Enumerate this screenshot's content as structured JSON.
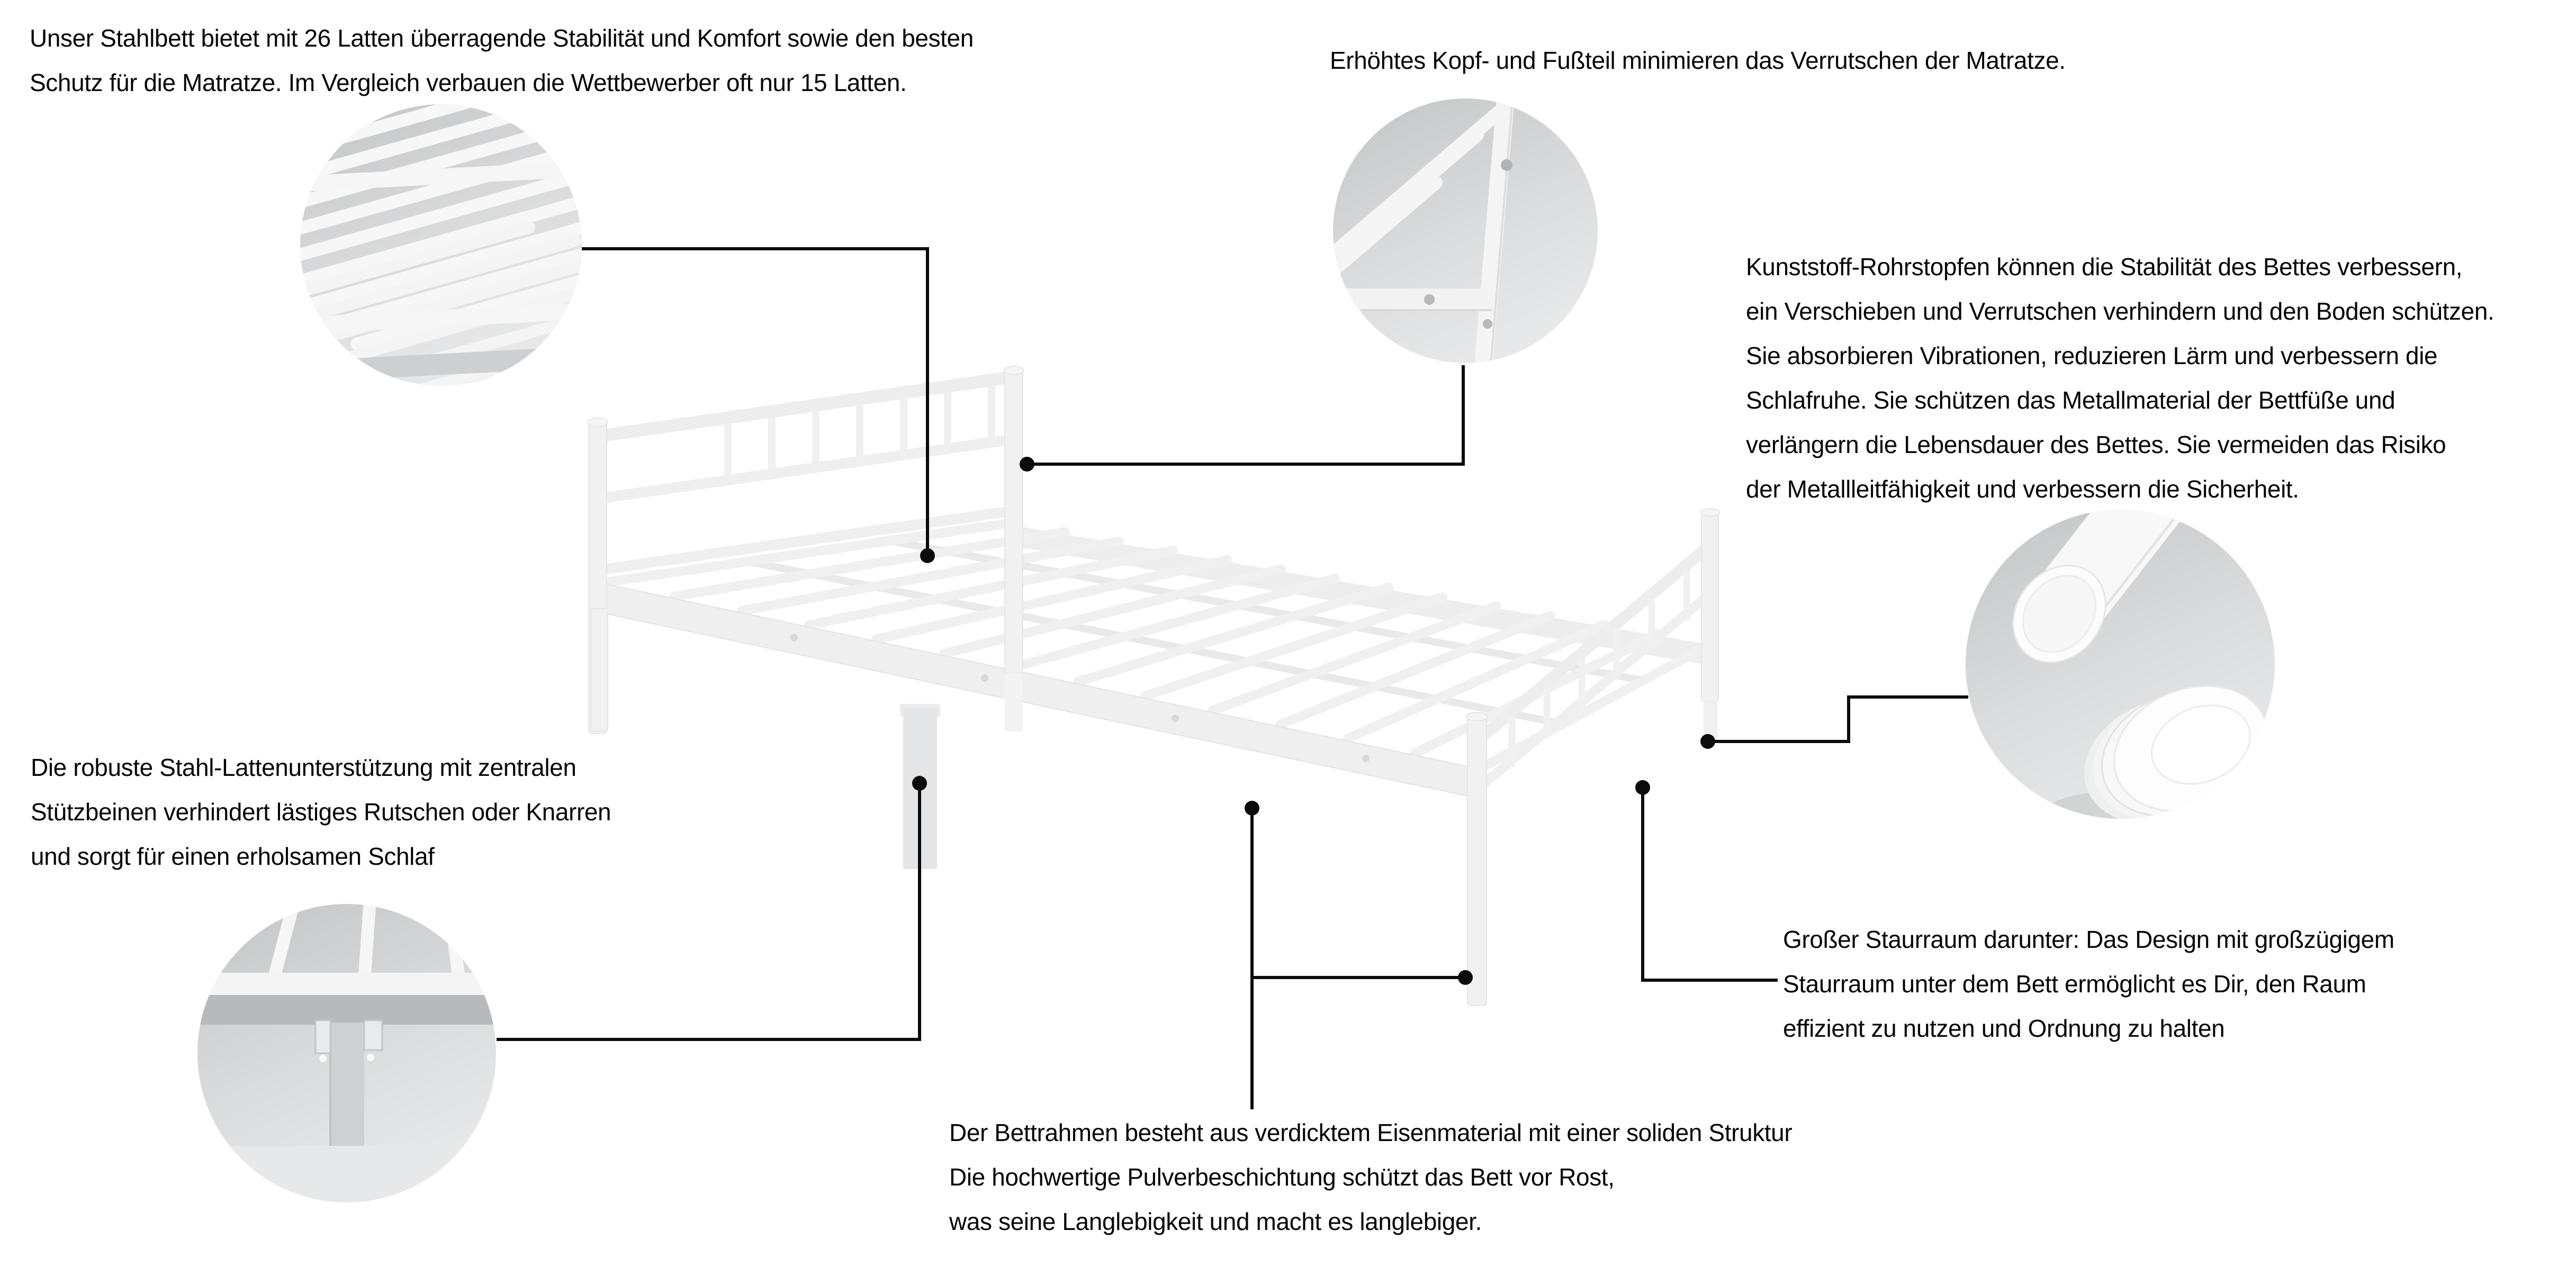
{
  "product": "Stahlbett (steel bed frame) feature infographic",
  "language": "de",
  "colors": {
    "background": "#ffffff",
    "text": "#050505",
    "callout_line": "#0b0b0b",
    "metal_tube": "#f0f0f0",
    "metal_shadow": "#e6e6e6",
    "inset_bg_dark": "#c5c8ca",
    "inset_bg_light": "#e4e6e7"
  },
  "annotations": {
    "slats": {
      "lines": [
        "Unser Stahlbett bietet mit 26 Latten überragende Stabilität und Komfort sowie den besten",
        "Schutz für die Matratze. Im Vergleich verbauen die Wettbewerber oft nur 15 Latten."
      ]
    },
    "headfoot": {
      "lines": [
        "Erhöhtes Kopf- und Fußteil minimieren das Verrutschen der Matratze."
      ]
    },
    "stoppers": {
      "lines": [
        "Kunststoff-Rohrstopfen können die Stabilität des Bettes verbessern,",
        "ein Verschieben und Verrutschen verhindern und den Boden schützen.",
        "Sie absorbieren Vibrationen, reduzieren Lärm und verbessern die",
        "Schlafruhe. Sie schützen das Metallmaterial der Bettfüße und",
        "verlängern die Lebensdauer des Bettes. Sie vermeiden das Risiko",
        "der Metallleitfähigkeit und verbessern die Sicherheit."
      ]
    },
    "center_support": {
      "lines": [
        "Die robuste Stahl-Lattenunterstützung mit zentralen",
        "Stützbeinen verhindert lästiges Rutschen oder Knarren",
        "und sorgt für einen erholsamen Schlaf"
      ]
    },
    "storage": {
      "lines": [
        "Großer Staurraum darunter: Das Design mit großzügigem",
        "Staurraum unter dem Bett ermöglicht es Dir, den Raum",
        "effizient zu nutzen und Ordnung zu halten"
      ]
    },
    "frame_material": {
      "lines": [
        "Der Bettrahmen besteht aus verdicktem Eisenmaterial mit einer soliden Struktur",
        "Die hochwertige Pulverbeschichtung schützt das Bett vor Rost,",
        "was seine Langlebigkeit und macht es langlebiger."
      ]
    }
  },
  "insets": [
    {
      "name": "slats-detail",
      "depicts": "close-up of 26 steel slats on support rail"
    },
    {
      "name": "headboard-corner-detail",
      "depicts": "raised head/foot rail corner with screws"
    },
    {
      "name": "plastic-stopper-detail",
      "depicts": "plastic tube stopper caps for bed feet"
    },
    {
      "name": "center-leg-detail",
      "depicts": "central support leg with hook brackets"
    }
  ]
}
